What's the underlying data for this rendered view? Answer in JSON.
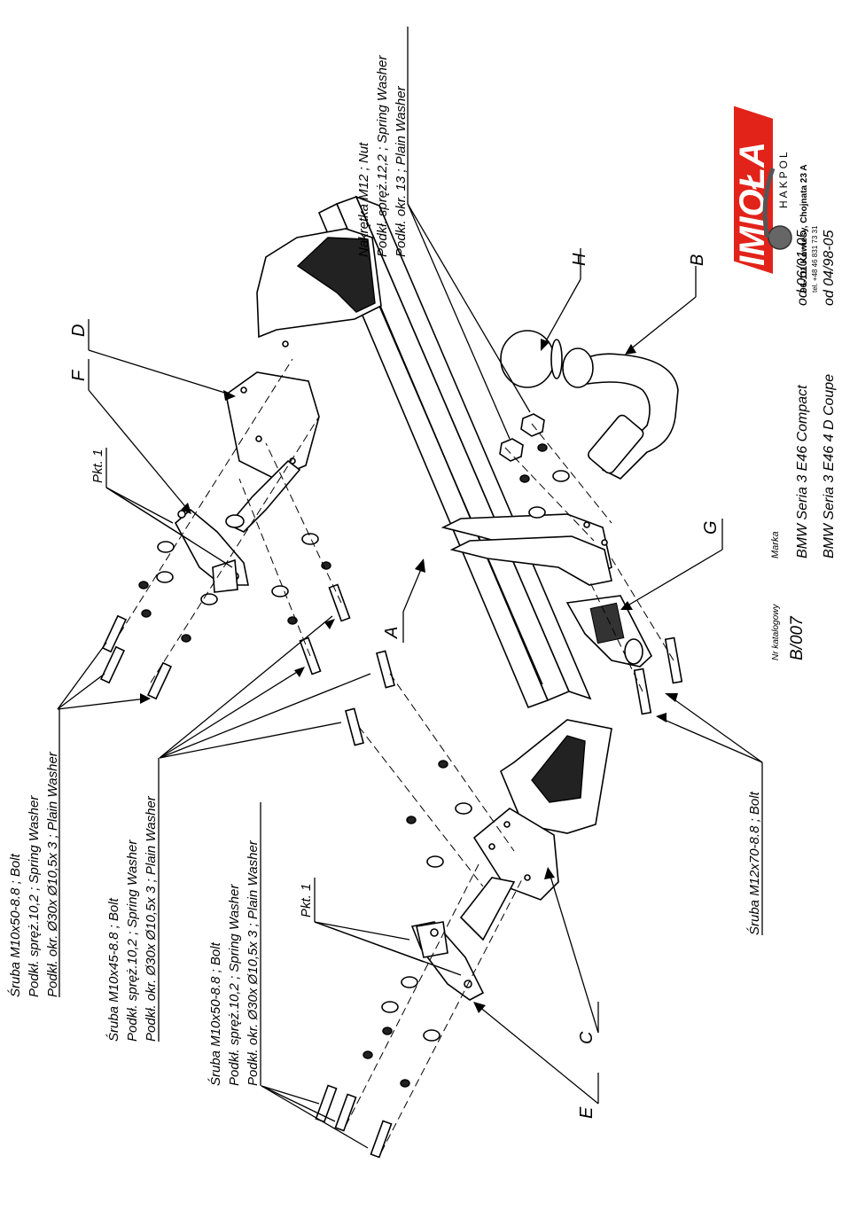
{
  "brand": {
    "name": "IMIOŁA",
    "sub": "HAKPOL",
    "address": "96-111 Kowiesy, Chojnata 23 A",
    "phone": "tel. +48 46 831 73 31"
  },
  "catalog": {
    "label": "Nr katalogowy",
    "number": "B/007",
    "brand_label": "Marka",
    "models": [
      {
        "name": "BMW Seria 3  E46 Compact",
        "from": "od 06/01-05"
      },
      {
        "name": "BMW Seria 3  E46 4 D Coupe",
        "from": "od 04/98-05"
      }
    ]
  },
  "parts": {
    "A": "A",
    "B": "B",
    "C": "C",
    "D": "D",
    "E": "E",
    "F": "F",
    "G": "G",
    "H": "H"
  },
  "pkt": [
    "Pkt. 1",
    "Pkt. 1"
  ],
  "notes": {
    "nut": [
      "Nakrętka  M12 ; Nut",
      "Podkł. spręż.12,2 ; Spring Washer",
      "Podkł. okr. 13 ; Plain Washer"
    ],
    "bolt_top": [
      "Śruba M10x50-8.8 ;  Bolt",
      "Podkł. spręż.10,2 ; Spring Washer",
      "Podkł. okr.  Ø30x Ø10,5x 3 ; Plain Washer"
    ],
    "bolt_mid": [
      "Śruba M10x45-8.8 ;  Bolt",
      "Podkł. spręż.10,2 ; Spring Washer",
      "Podkł. okr.  Ø30x Ø10,5x 3 ; Plain Washer"
    ],
    "bolt_low": [
      "Śruba M10x50-8.8 ;  Bolt",
      "Podkł. spręż.10,2 ; Spring Washer",
      "Podkł. okr.  Ø30x Ø10,5x 3 ; Plain Washer"
    ],
    "bolt_m12": "Śruba M12x70-8.8 ;  Bolt"
  }
}
